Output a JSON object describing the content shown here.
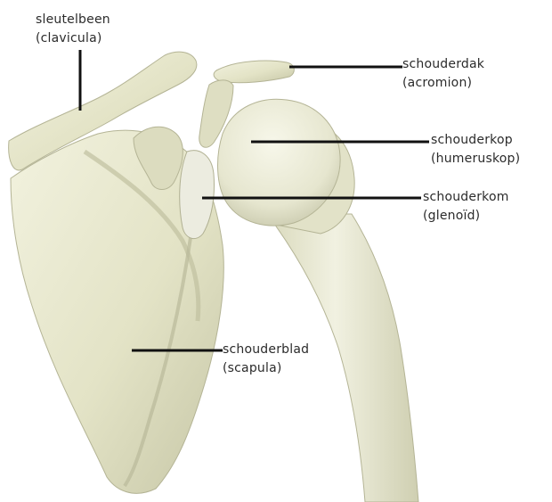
{
  "labels": {
    "clavicle": {
      "name": "sleutelbeen",
      "latin": "(clavicula)"
    },
    "acromion": {
      "name": "schouderdak",
      "latin": "(acromion)"
    },
    "humeral_head": {
      "name": "schouderkop",
      "latin": "(humeruskop)"
    },
    "glenoid": {
      "name": "schouderkom",
      "latin": "(glenoïd)"
    },
    "scapula": {
      "name": "schouderblad",
      "latin": "(scapula)"
    }
  },
  "colors": {
    "bone": "#e6e6cc",
    "bone_shadow": "#b9b99a",
    "bone_light": "#f4f4e4",
    "leader_line": "#111111"
  }
}
